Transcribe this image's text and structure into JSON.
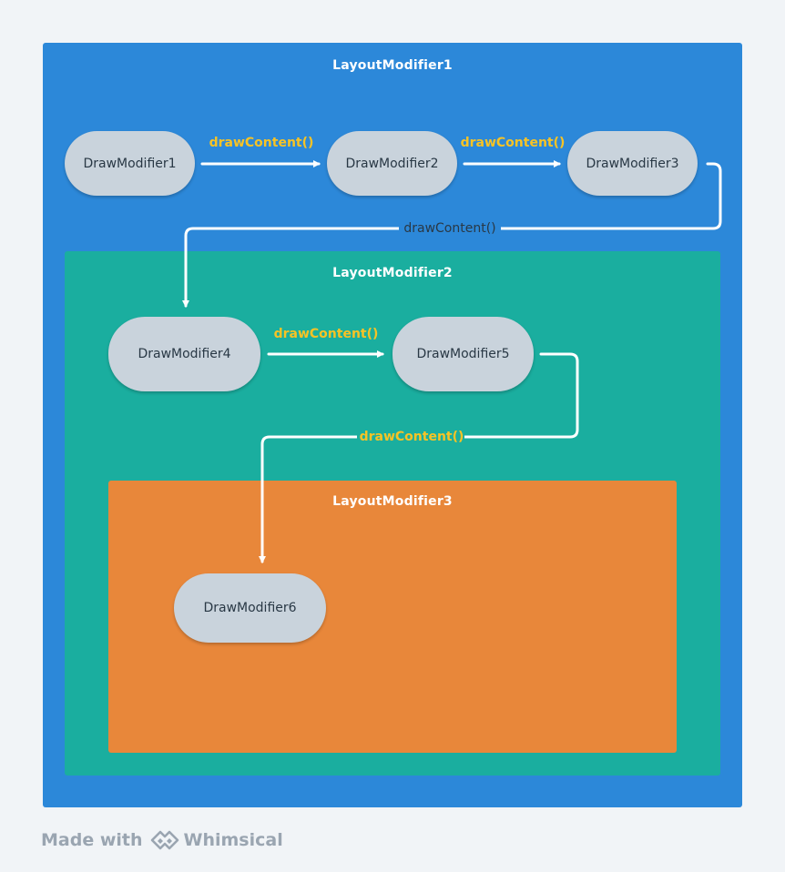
{
  "colors": {
    "outer": "#2c88d9",
    "middle": "#1aae9f",
    "inner": "#e8873a",
    "node": "#c9d3dc",
    "label_yellow": "#f7c325",
    "arrow": "#ffffff"
  },
  "layouts": {
    "layout1": "LayoutModifier1",
    "layout2": "LayoutModifier2",
    "layout3": "LayoutModifier3"
  },
  "nodes": {
    "n1": "DrawModifier1",
    "n2": "DrawModifier2",
    "n3": "DrawModifier3",
    "n4": "DrawModifier4",
    "n5": "DrawModifier5",
    "n6": "DrawModifier6"
  },
  "edges": {
    "e1": "drawContent()",
    "e2": "drawContent()",
    "e3": "drawContent()",
    "e4": "drawContent()",
    "e5": "drawContent()"
  },
  "footer": {
    "prefix": "Made with",
    "brand": "Whimsical",
    "brand_icon": "whimsical-logo-icon"
  }
}
